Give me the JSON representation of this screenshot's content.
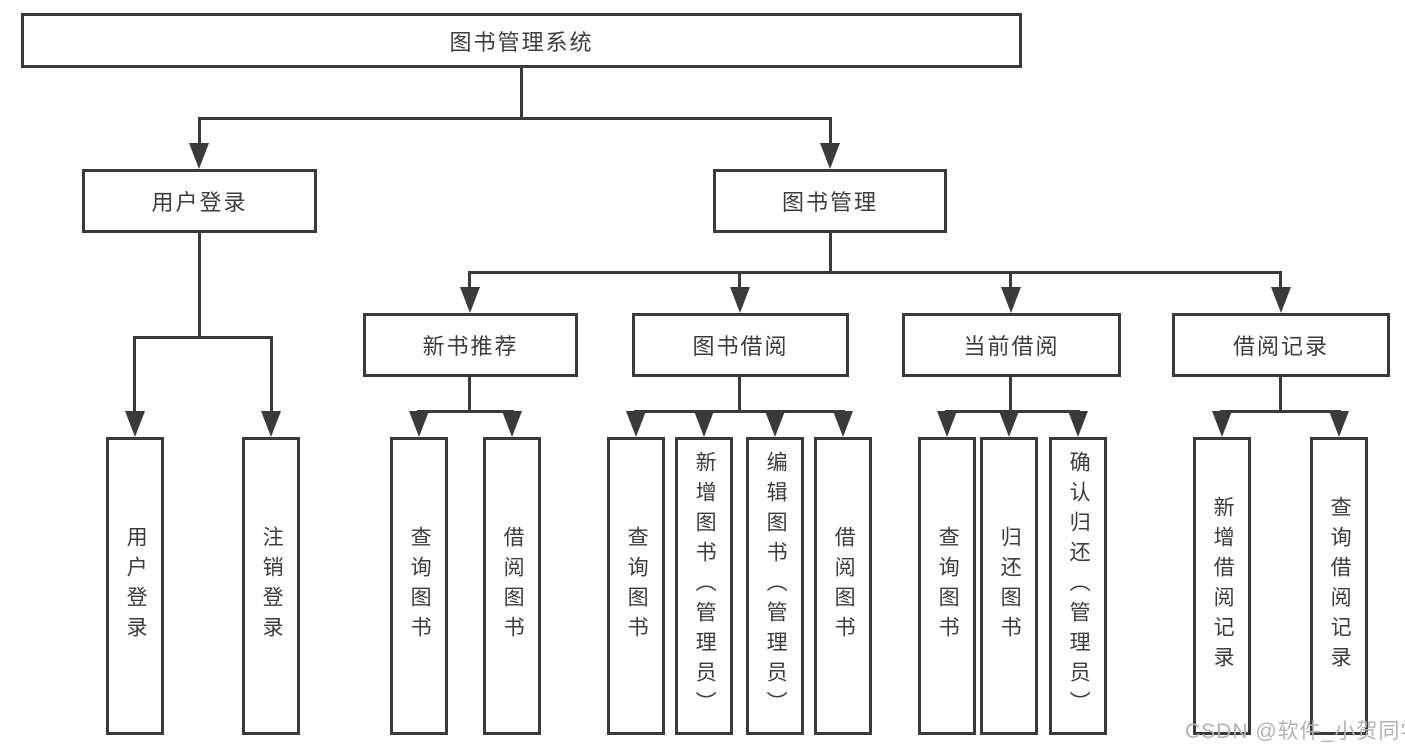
{
  "tree": {
    "label": "图书管理系统",
    "children": [
      {
        "label": "用户登录",
        "children": [
          {
            "label": "用户登录"
          },
          {
            "label": "注销登录"
          }
        ]
      },
      {
        "label": "图书管理",
        "children": [
          {
            "label": "新书推荐",
            "children": [
              {
                "label": "查询图书"
              },
              {
                "label": "借阅图书"
              }
            ]
          },
          {
            "label": "图书借阅",
            "children": [
              {
                "label": "查询图书"
              },
              {
                "label": "新增图书（管理员）"
              },
              {
                "label": "编辑图书（管理员）"
              },
              {
                "label": "借阅图书"
              }
            ]
          },
          {
            "label": "当前借阅",
            "children": [
              {
                "label": "查询图书"
              },
              {
                "label": "归还图书"
              },
              {
                "label": "确认归还（管理员）"
              }
            ]
          },
          {
            "label": "借阅记录",
            "children": [
              {
                "label": "新增借阅记录"
              },
              {
                "label": "查询借阅记录"
              }
            ]
          }
        ]
      }
    ]
  },
  "watermark": {
    "text": "CSDN @软件_小贺同学"
  },
  "colors": {
    "line": "#3a3a3a",
    "text": "#3c3c3c",
    "watermark": "#b3b3b3",
    "background": "#ffffff"
  }
}
